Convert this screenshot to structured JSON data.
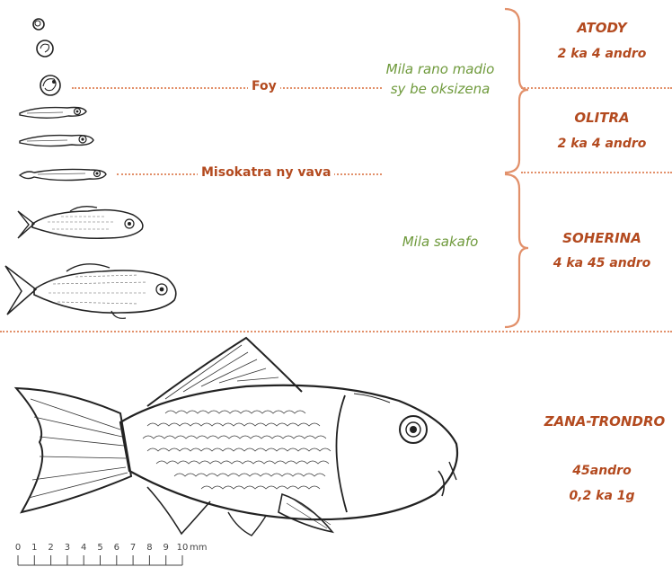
{
  "stages": [
    {
      "name": "ATODY",
      "duration": "2 ka 4 andro"
    },
    {
      "name": "OLITRA",
      "duration": "2 ka 4 andro"
    },
    {
      "name": "SOHERINA",
      "duration": "4 ka 45 andro"
    },
    {
      "name": "ZANA-TRONDRO",
      "duration_line1": "45andro",
      "duration_line2": "0,2 ka 1g"
    }
  ],
  "events": {
    "hatch": "Foy",
    "yolk": "Misokatra ny vava"
  },
  "needs": {
    "water_line1": "Mila rano madio",
    "water_line2": "sy be oksizena",
    "food": "Mila sakafo"
  },
  "scale": {
    "ticks": [
      "0",
      "1",
      "2",
      "3",
      "4",
      "5",
      "6",
      "7",
      "8",
      "9",
      "10"
    ],
    "unit": "mm"
  },
  "colors": {
    "accent": "#b34a1f",
    "dotted": "#e2906a",
    "green": "#6f9a3c",
    "ink": "#222222"
  }
}
